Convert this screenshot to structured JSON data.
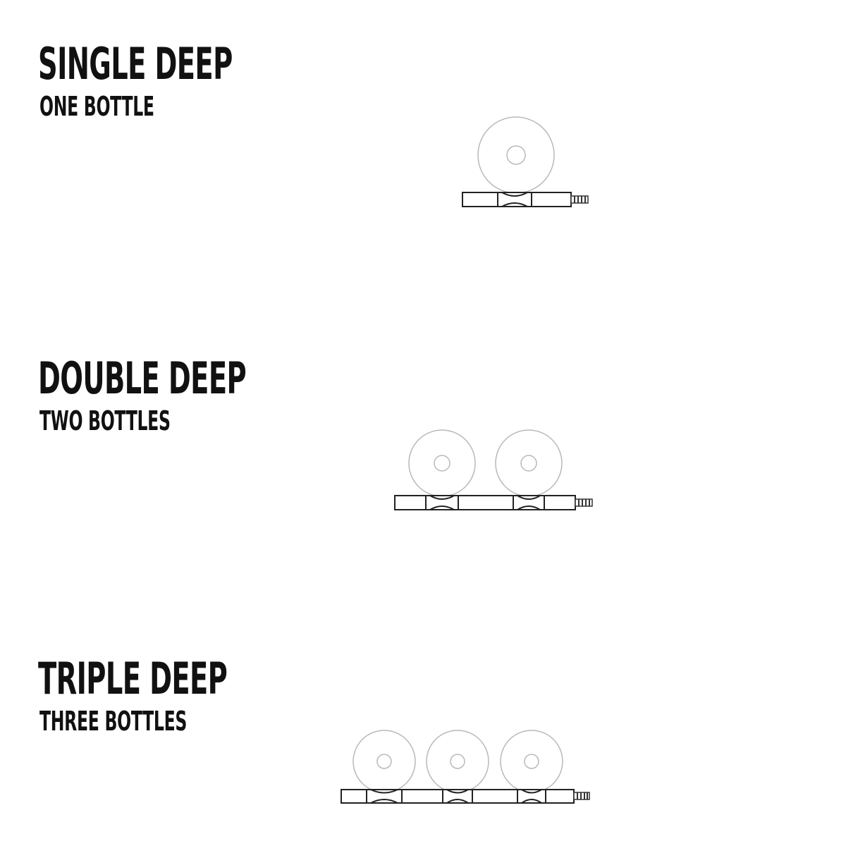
{
  "sections": [
    {
      "title": "SINGLE DEEP",
      "subtitle": "ONE BOTTLE",
      "bottles": 1
    },
    {
      "title": "DOUBLE DEEP",
      "subtitle": "TWO BOTTLES",
      "bottles": 2
    },
    {
      "title": "TRIPLE DEEP",
      "subtitle": "THREE BOTTLES",
      "bottles": 3
    }
  ],
  "colors": {
    "text": "#111111",
    "bottle_outline": "#b9b9b9",
    "rod_outline": "#222222",
    "background": "#ffffff"
  }
}
